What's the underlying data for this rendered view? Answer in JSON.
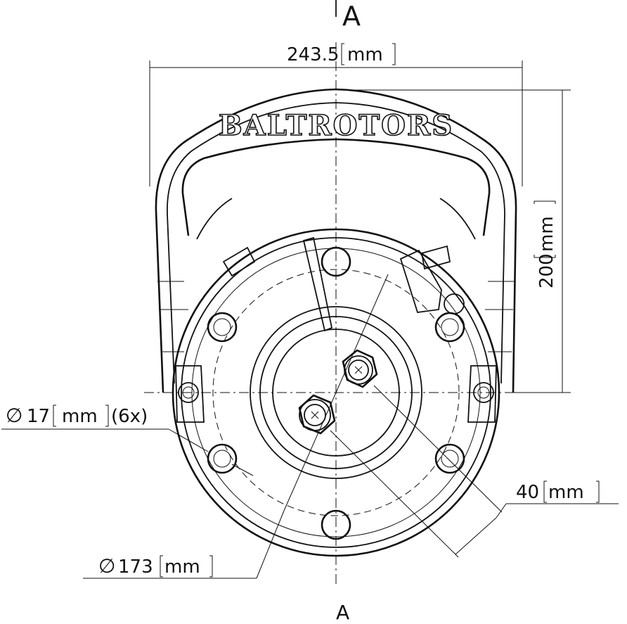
{
  "section_marks": {
    "top": "A",
    "bottom": "A"
  },
  "brand_text": "BALTROTORS",
  "dimensions": {
    "width": {
      "value": "243.5",
      "unit": "mm"
    },
    "height": {
      "value": "200",
      "unit": "mm"
    },
    "hole_diameter": {
      "symbol": "∅",
      "value": "17",
      "unit": "mm",
      "count": "(6x)"
    },
    "bolt_circle": {
      "symbol": "∅",
      "value": "173",
      "unit": "mm"
    },
    "shaft_offset": {
      "value": "40",
      "unit": "mm"
    }
  }
}
